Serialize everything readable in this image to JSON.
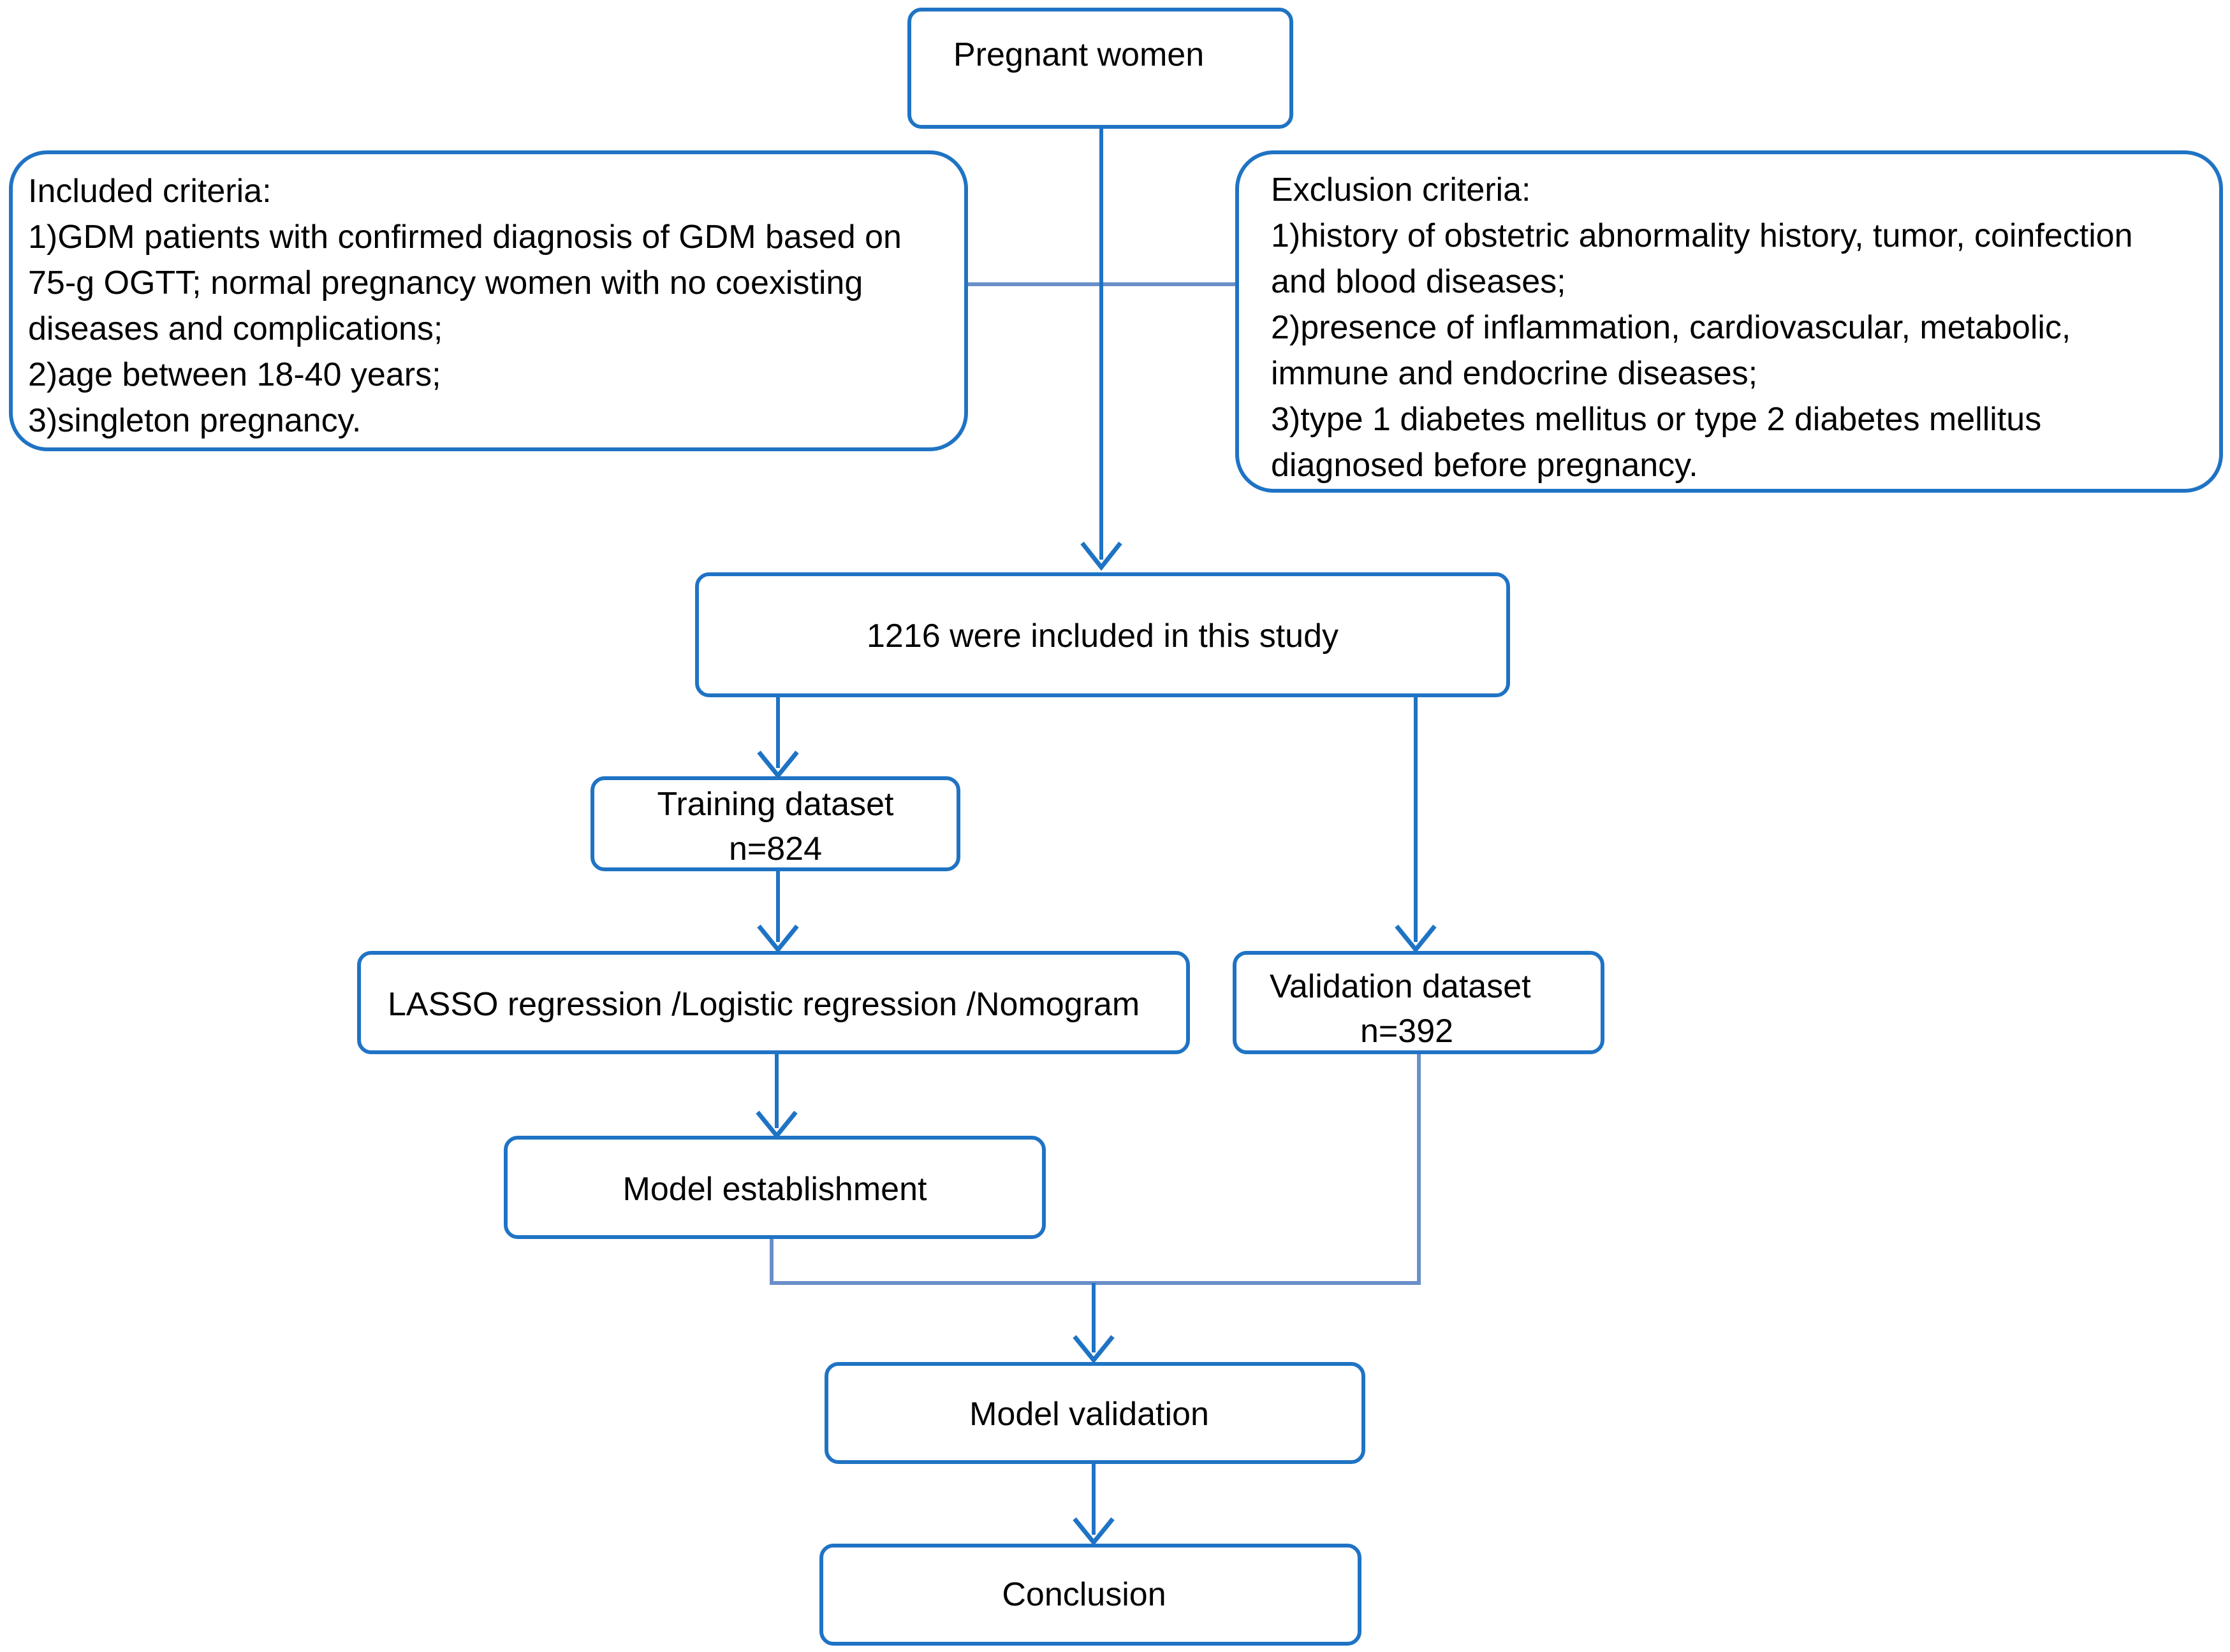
{
  "colors": {
    "box_border": "#1f73c4",
    "arrow": "#1f73c4",
    "connector": "#6a8fc9"
  },
  "nodes": {
    "pregnant": "Pregnant women",
    "included": {
      "title": "Included criteria:",
      "lines": [
        "1)GDM patients with confirmed diagnosis of GDM based on",
        "75-g OGTT; normal pregnancy women with no coexisting",
        "diseases and complications;",
        "2)age between 18-40 years;",
        "3)singleton pregnancy."
      ]
    },
    "exclusion": {
      "title": "Exclusion criteria:",
      "lines": [
        "1)history of obstetric abnormality history, tumor, coinfection",
        "and blood diseases;",
        "2)presence of inflammation, cardiovascular, metabolic,",
        "immune and endocrine diseases;",
        "3)type 1 diabetes mellitus or type 2 diabetes mellitus",
        "diagnosed before pregnancy."
      ]
    },
    "included_count": "1216 were included in this study",
    "training": {
      "name": "Training dataset",
      "n": "n=824"
    },
    "methods": "LASSO regression /Logistic regression /Nomogram",
    "validation": {
      "name": "Validation dataset",
      "n": "n=392"
    },
    "model_establishment": "Model establishment",
    "model_validation": "Model validation",
    "conclusion": "Conclusion"
  }
}
